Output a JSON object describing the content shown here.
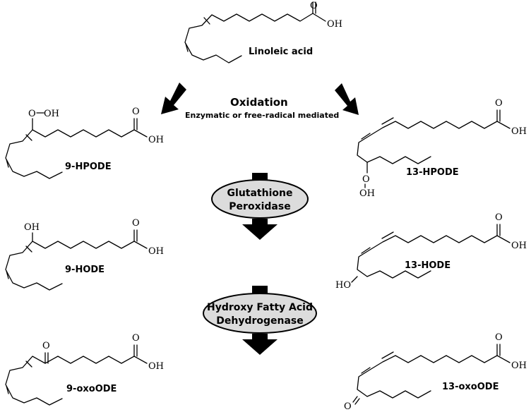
{
  "compounds": {
    "linoleic_acid": "Linoleic acid",
    "hpode_9": "9-HPODE",
    "hpode_13": "13-HPODE",
    "hode_9": "9-HODE",
    "hode_13": "13-HODE",
    "oxoode_9": "9-oxoODE",
    "oxoode_13": "13-oxoODE"
  },
  "oxidation": {
    "title": "Oxidation",
    "subtitle": "Enzymatic or free-radical mediated"
  },
  "enzymes": {
    "glutathione_line1": "Glutathione",
    "glutathione_line2": "Peroxidase",
    "dehydrogenase_line1": "Hydroxy Fatty Acid",
    "dehydrogenase_line2": "Dehydrogenase"
  },
  "atoms": {
    "oh": "OH",
    "ho": "HO",
    "o": "O",
    "o_dash": "O",
    "oh_dash": "OH"
  },
  "colors": {
    "ellipse_fill": "#dcdcdc",
    "stroke": "#000000"
  }
}
